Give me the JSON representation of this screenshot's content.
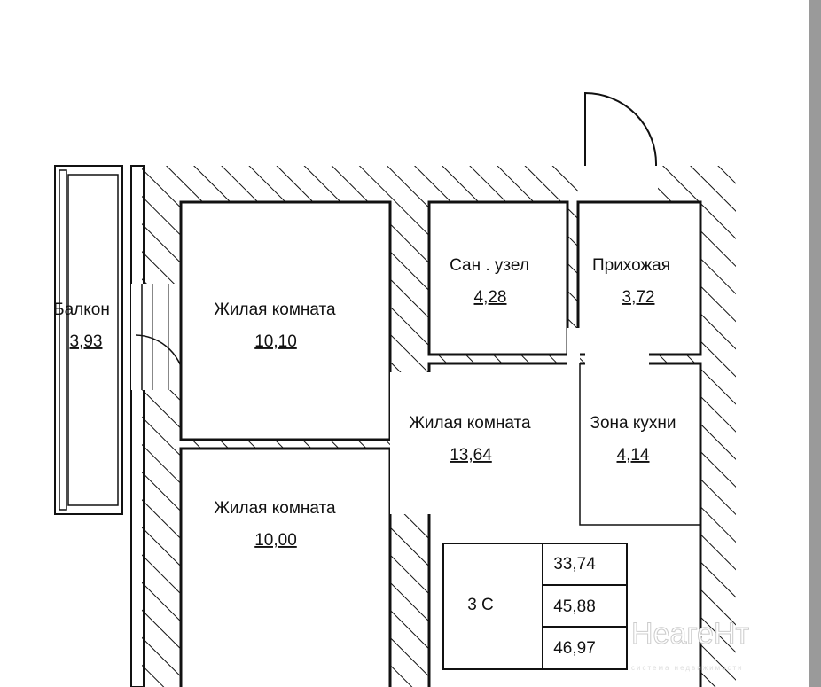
{
  "rooms": {
    "balcony": {
      "name": "Балкон",
      "area": "3,93"
    },
    "living1": {
      "name": "Жилая   комната",
      "area": "10,10"
    },
    "bathroom": {
      "name": "Сан . узел",
      "area": "4,28"
    },
    "hallway": {
      "name": "Прихожая",
      "area": "3,72"
    },
    "living2": {
      "name": "Жилая   комната",
      "area": "13,64"
    },
    "kitchen": {
      "name": "Зона   кухни",
      "area": "4,14"
    },
    "living3": {
      "name": "Жилая   комната",
      "area": "10,00"
    }
  },
  "summary": {
    "type": "3 С",
    "living_area": "33,74",
    "total_area": "45,88",
    "total_with_balcony": "46,97"
  },
  "watermark": {
    "brand": "НеагеНт",
    "tagline": "система недвижимости"
  }
}
